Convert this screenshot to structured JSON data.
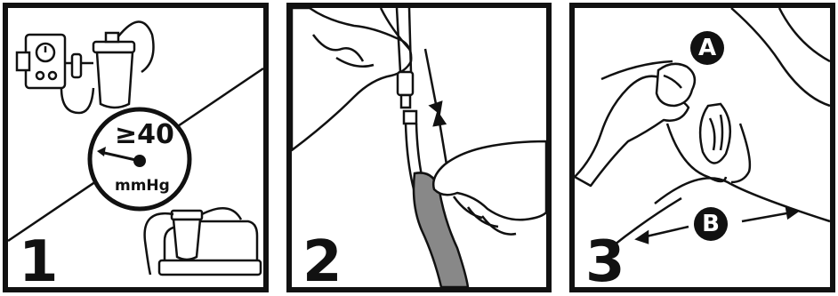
{
  "panels": [
    {
      "step": "1",
      "gauge_value": "≥40",
      "gauge_unit": "mmHg"
    },
    {
      "step": "2"
    },
    {
      "step": "3",
      "marker_a": "A",
      "marker_b": "B"
    }
  ]
}
